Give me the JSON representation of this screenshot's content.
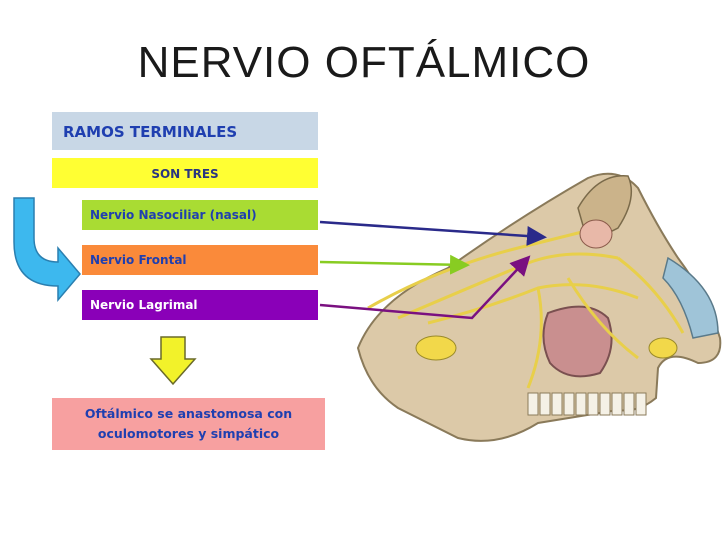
{
  "title": "NERVIO OFTÁLMICO",
  "ramos_label": "RAMOS TERMINALES",
  "count_label": "SON TRES",
  "branches": [
    {
      "label": "Nervio Nasociliar (nasal)",
      "color": "#a9dc33",
      "arrow_color": "#2a2a8a"
    },
    {
      "label": "Nervio Frontal",
      "color": "#fa8a3a",
      "arrow_color": "#88cc22"
    },
    {
      "label": "Nervio Lagrimal",
      "color": "#8a00b8",
      "arrow_color": "#7a1080"
    }
  ],
  "note_line1": "Oftálmico se anastomosa con",
  "note_line2": "oculomotores y simpático",
  "colors": {
    "header_bg": "#c8d7e6",
    "count_bg": "#ffff33",
    "note_bg": "#f7a0a0",
    "curved_arrow": "#3db8ee",
    "down_arrow": "#f2f22a"
  },
  "illustration": "skull-sagittal-section-ophthalmic-nerve"
}
